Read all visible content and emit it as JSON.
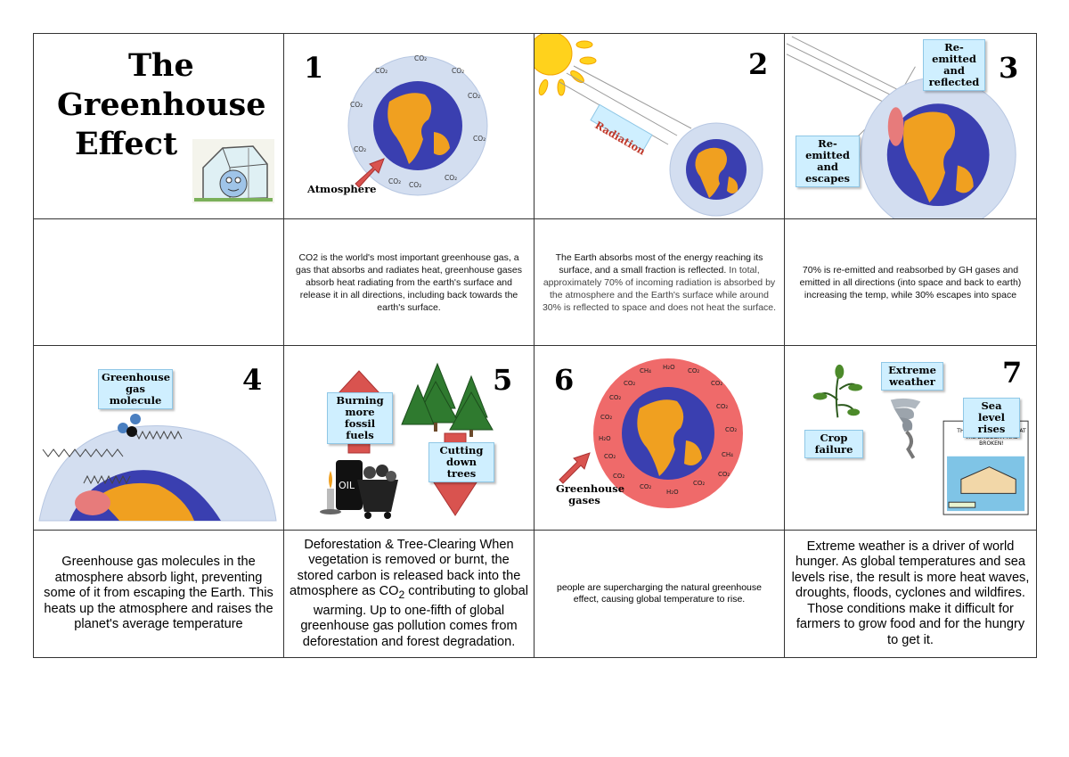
{
  "title": {
    "line1": "The",
    "line2": "Greenhouse",
    "line3": "Effect"
  },
  "panels": [
    {
      "number": "1",
      "label": "Atmosphere",
      "molecule": "CO2"
    },
    {
      "number": "2",
      "label": "Radiation"
    },
    {
      "number": "3",
      "label_top": "Re-emitted and reflected",
      "label_left": "Re-emitted and escapes"
    },
    {
      "number": "4",
      "label": "Greenhouse gas molecule"
    },
    {
      "number": "5",
      "label_up": "Burning more fossil fuels",
      "label_down": "Cutting down trees",
      "barrel_text": "OIL"
    },
    {
      "number": "6",
      "label": "Greenhouse gases",
      "molecules": [
        "CO2",
        "CH4",
        "H2O"
      ]
    },
    {
      "number": "7",
      "label_weather": "Extreme weather",
      "label_sea": "Sea level rises",
      "label_crop": "Crop failure",
      "cartoon_caption": "THE GOOD NEWS IS THAT THE DROUGHT HAS BROKEN!"
    }
  ],
  "descriptions": {
    "d1": "CO2 is the world's most important greenhouse gas, a gas that absorbs and radiates heat, greenhouse gases absorb heat radiating from the earth's surface and release it in all directions, including back towards the earth's surface.",
    "d2a": "The Earth absorbs most of the energy reaching its surface, and a small fraction is reflected.",
    "d2b": " In total, approximately 70% of incoming radiation is absorbed by the atmosphere and the Earth's surface while around 30% is reflected to space and does not heat the surface.",
    "d3": "70% is re-emitted and reabsorbed by GH gases and emitted in all directions (into space and back to earth) increasing the temp, while 30% escapes into space",
    "d4": "Greenhouse gas molecules in the atmosphere absorb light, preventing some of it from escaping the Earth. This heats up the atmosphere and raises the planet's average temperature",
    "d5a": "Deforestation & Tree-Clearing When vegetation is removed or burnt, the stored carbon is released back into the atmosphere as CO",
    "d5sub": "2",
    "d5b": " contributing to global warming. Up to one-fifth of global greenhouse gas pollution comes from deforestation and forest degradation.",
    "d6": "people are supercharging the natural greenhouse effect, causing global temperature to rise.",
    "d7": "Extreme weather is a driver of world hunger. As global temperatures and sea levels rise, the result is more heat waves, droughts, floods, cyclones and wildfires. Those conditions make it difficult for farmers to grow food and for the hungry to get it."
  },
  "colors": {
    "atmosphere": "#d3def0",
    "ocean": "#3a3fb0",
    "land": "#f0a020",
    "red_atmosphere": "#ef6a6a",
    "arrow": "#d9534f",
    "label_bg": "#cfefff",
    "sun": "#ffd21c"
  }
}
